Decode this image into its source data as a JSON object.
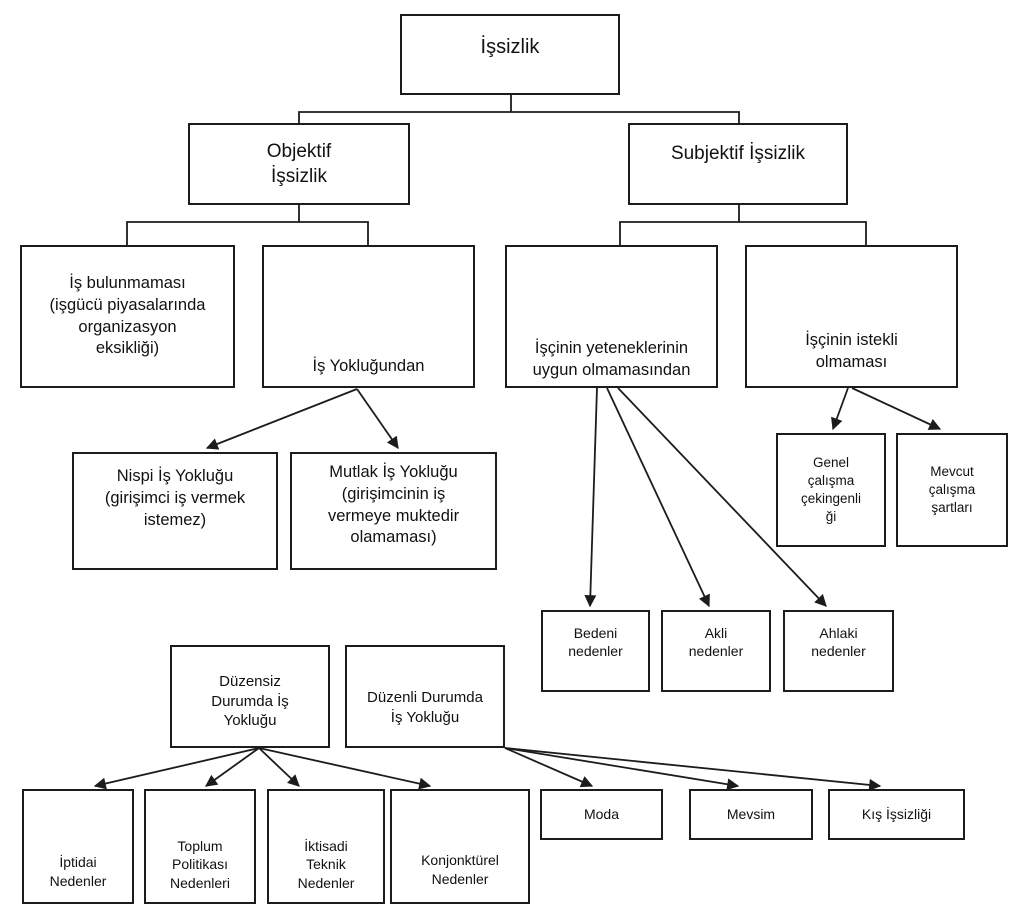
{
  "colors": {
    "line": "#1c1c1c",
    "box_border": "#1c1c1c",
    "box_fill": "#ffffff",
    "text": "#111111",
    "background": "#ffffff"
  },
  "nodes": {
    "issizlik": {
      "label": "İşsizlik"
    },
    "objektif": {
      "label": "Objektif\nİşsizlik"
    },
    "subjektif": {
      "label": "Subjektif İşsizlik"
    },
    "is_bulunmamasi": {
      "label": "İş bulunmaması\n(işgücü piyasalarında\norganizasyon\neksikliği)"
    },
    "is_yoklugundan": {
      "label": "İş Yokluğundan"
    },
    "iscinin_yetenekleri": {
      "label": "İşçinin yeteneklerinin\nuygun olmamasından"
    },
    "iscinin_istekli": {
      "label": "İşçinin istekli\nolmaması"
    },
    "nispi": {
      "label": "Nispi İş Yokluğu\n(girişimci iş vermek\nistemez)"
    },
    "mutlak": {
      "label": "Mutlak İş Yokluğu\n(girişimcinin iş\nvermeye muktedir\nolamaması)"
    },
    "genel_calisma": {
      "label": "Genel\nçalışma\nçekingenli\nği"
    },
    "mevcut_calisma": {
      "label": "Mevcut\nçalışma\nşartları"
    },
    "bedeni": {
      "label": "Bedeni\nnedenler"
    },
    "akli": {
      "label": "Akli\nnedenler"
    },
    "ahlaki": {
      "label": "Ahlaki\nnedenler"
    },
    "duzensiz": {
      "label": "Düzensiz\nDurumda İş\nYokluğu"
    },
    "duzenli": {
      "label": "Düzenli Durumda\nİş Yokluğu"
    },
    "iptidai": {
      "label": "İptidai\nNedenler"
    },
    "toplum": {
      "label": "Toplum\nPolitikası\nNedenleri"
    },
    "iktisadi": {
      "label": "İktisadi\nTeknik\nNedenler"
    },
    "konjonkturel": {
      "label": "Konjonktürel\nNedenler"
    },
    "moda": {
      "label": "Moda"
    },
    "mevsim": {
      "label": "Mevsim"
    },
    "kis_issizligi": {
      "label": "Kış İşsizliği"
    }
  }
}
